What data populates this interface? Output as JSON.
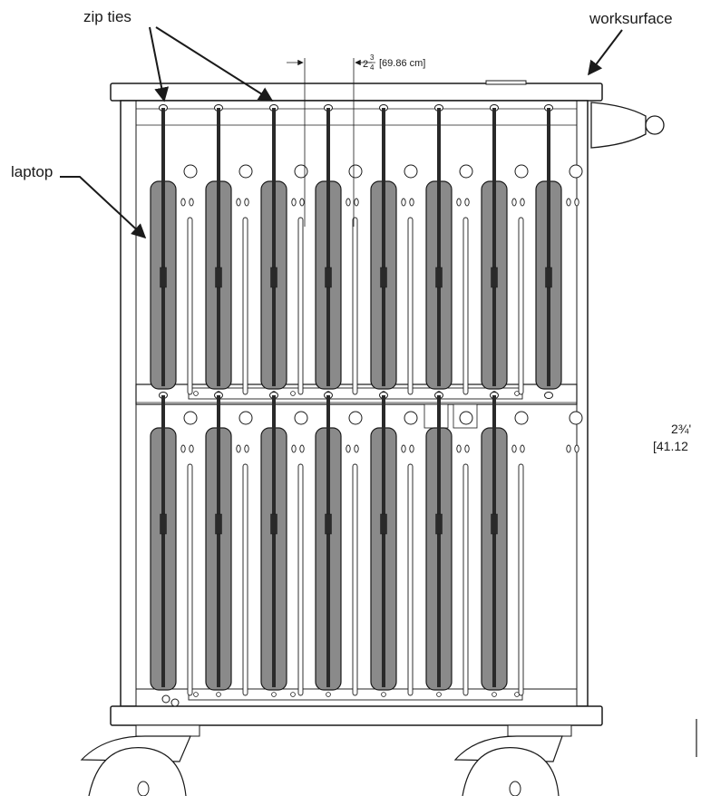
{
  "callouts": {
    "zip_ties": "zip ties",
    "worksurface": "worksurface",
    "laptop": "laptop"
  },
  "dimension_top": {
    "whole": "2",
    "numerator": "3",
    "denominator": "4",
    "metric": "[69.86 cm]"
  },
  "dimension_side": {
    "imperial": "2¾'",
    "metric": "[41.12"
  },
  "cart": {
    "top_row_laptops": 8,
    "bottom_row_laptops": 7,
    "zip_tie_slots_per_row": 8
  },
  "colors": {
    "line": "#1a1a1a",
    "laptop_fill": "#8a8a8a",
    "laptop_dark": "#2a2a2a",
    "background": "#ffffff"
  }
}
